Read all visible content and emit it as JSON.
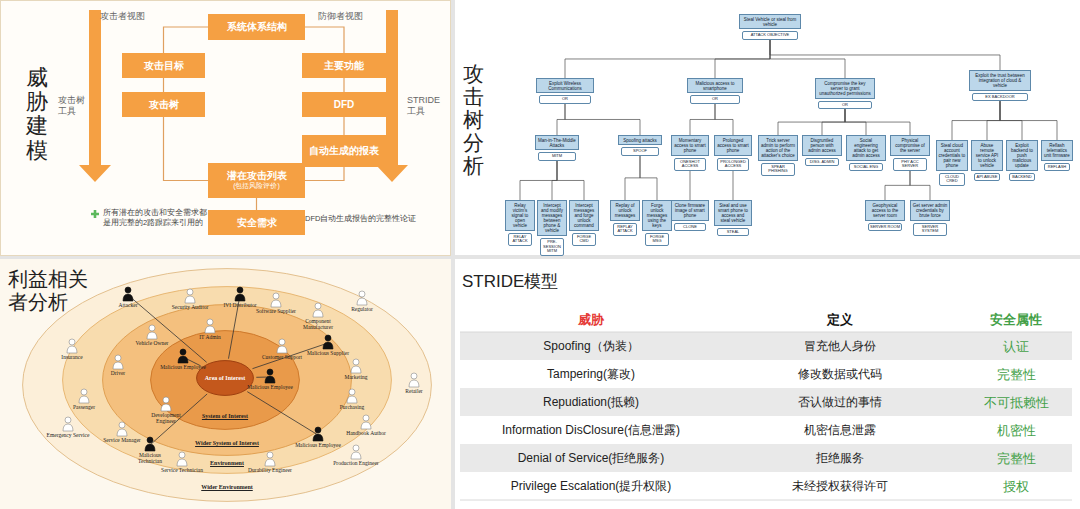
{
  "diagram": {
    "nodes": [
      {
        "text": [
          "系统体系结构"
        ]
      },
      {
        "text": [
          "攻击目标"
        ]
      },
      {
        "text": [
          "攻击树"
        ]
      },
      {
        "text": [
          "主要功能"
        ]
      },
      {
        "text": [
          "DFD"
        ]
      },
      {
        "text": [
          "自动生成的报表"
        ]
      },
      {
        "text": [
          "潜在攻击列表",
          "(包括风险评价)"
        ]
      },
      {
        "text": [
          "安全需求"
        ]
      },
      {
        "text": [
          "Steal Vehicle or steal from vehicle",
          "ATTACK OBJECTIVE"
        ]
      },
      {
        "text": [
          "Exploit Wireless Communications",
          "OR"
        ]
      },
      {
        "text": [
          "Malicious access to smartphone",
          "OR"
        ]
      },
      {
        "text": [
          "Compromise the key server to grant unauthorized permissions",
          "OR"
        ]
      },
      {
        "text": [
          "Exploit the trust between integration of cloud & vehicle",
          "EX BACKDOOR"
        ]
      },
      {
        "text": [
          "Man-in-The-Middle Attacks",
          "MITM"
        ]
      },
      {
        "text": [
          "Spoofing attacks",
          "SPOOF"
        ]
      },
      {
        "text": [
          "Momentary access to smart phone",
          "ONESHOT ACCESS"
        ]
      },
      {
        "text": [
          "Prolonged access to smart phone",
          "PROLONGED ACCESS"
        ]
      },
      {
        "text": [
          "Trick server admin to perform action of the attacker's choice",
          "SPEAR PHISHING"
        ]
      },
      {
        "text": [
          "Disgruntled person with admin access",
          "DISG. ADMIN"
        ]
      },
      {
        "text": [
          "Social engineering attack to get admin access",
          "SOCIAL ENG"
        ]
      },
      {
        "text": [
          "Physical compromise of the server",
          "PHY ACC SERVER"
        ]
      },
      {
        "text": [
          "Steal cloud account credentials to pair new phone",
          "CLOUD CRED"
        ]
      },
      {
        "text": [
          "Abuse remote service API to unlock vehicle",
          "API ABUSE"
        ]
      },
      {
        "text": [
          "Exploit backend to push malicious update",
          "BACKEND"
        ]
      },
      {
        "text": [
          "Reflash telematics unit firmware",
          "REFLASH"
        ]
      },
      {
        "text": [
          "Relay victim's signal to open vehicle",
          "RELAY ATTACK"
        ]
      },
      {
        "text": [
          "Intercept and modify messages between phone & vehicle",
          "PRE-SESSION MITM"
        ]
      },
      {
        "text": [
          "Intercept messages and forge unlock command",
          "FORGE CMD"
        ]
      },
      {
        "text": [
          "Replay of unlock messages",
          "REPLAY ATTACK"
        ]
      },
      {
        "text": [
          "Forge unlock messages using the keys",
          "FORGE MSG"
        ]
      },
      {
        "text": [
          "Clone firmware image of smart phone",
          "CLONE"
        ]
      },
      {
        "text": [
          "Steal and use smart phone to access and steal vehicle",
          "STEAL"
        ]
      },
      {
        "text": [
          "Geophysical access to the server room",
          "SERVER ROOM"
        ]
      },
      {
        "text": [
          "Get server admin credentials by brute force",
          "SERVER SYSTEM"
        ]
      },
      {
        "text": [
          "Wider Environment"
        ]
      },
      {
        "text": [
          "Environment"
        ],
        "in": 34
      },
      {
        "text": [
          "Wider System of Interest"
        ],
        "in": 35
      },
      {
        "text": [
          "System of Interest"
        ],
        "in": 36
      },
      {
        "text": [
          "Area of Interest"
        ],
        "in": 37
      }
    ],
    "edges": [
      {
        "from": 0,
        "to": 1,
        "arrow": "none"
      },
      {
        "from": 0,
        "to": 3,
        "arrow": "none"
      },
      {
        "from": 1,
        "to": 2,
        "arrow": "none"
      },
      {
        "from": 3,
        "to": 4,
        "arrow": "none"
      },
      {
        "from": 4,
        "to": 5,
        "arrow": "none"
      },
      {
        "from": 2,
        "to": 6,
        "arrow": "none"
      },
      {
        "from": 5,
        "to": 6,
        "arrow": "none"
      },
      {
        "from": 6,
        "to": 7,
        "arrow": "none"
      },
      {
        "from": 8,
        "to": 9,
        "arrow": "none"
      },
      {
        "from": 8,
        "to": 10,
        "arrow": "none"
      },
      {
        "from": 8,
        "to": 11,
        "arrow": "none"
      },
      {
        "from": 8,
        "to": 12,
        "arrow": "none"
      },
      {
        "from": 9,
        "to": 13,
        "arrow": "none"
      },
      {
        "from": 9,
        "to": 14,
        "arrow": "none"
      },
      {
        "from": 10,
        "to": 15,
        "arrow": "none"
      },
      {
        "from": 10,
        "to": 16,
        "arrow": "none"
      },
      {
        "from": 11,
        "to": 17,
        "arrow": "none"
      },
      {
        "from": 11,
        "to": 18,
        "arrow": "none"
      },
      {
        "from": 11,
        "to": 19,
        "arrow": "none"
      },
      {
        "from": 11,
        "to": 20,
        "arrow": "none"
      },
      {
        "from": 12,
        "to": 21,
        "arrow": "none"
      },
      {
        "from": 12,
        "to": 22,
        "arrow": "none"
      },
      {
        "from": 12,
        "to": 23,
        "arrow": "none"
      },
      {
        "from": 12,
        "to": 24,
        "arrow": "none"
      },
      {
        "from": 13,
        "to": 25,
        "arrow": "none"
      },
      {
        "from": 13,
        "to": 26,
        "arrow": "none"
      },
      {
        "from": 13,
        "to": 27,
        "arrow": "none"
      },
      {
        "from": 14,
        "to": 28,
        "arrow": "none"
      },
      {
        "from": 14,
        "to": 29,
        "arrow": "none"
      },
      {
        "from": 15,
        "to": 30,
        "arrow": "none"
      },
      {
        "from": 16,
        "to": 31,
        "arrow": "none"
      },
      {
        "from": 20,
        "to": 32,
        "arrow": "none"
      },
      {
        "from": 20,
        "to": 33,
        "arrow": "none"
      }
    ],
    "labels": [
      "威胁建模",
      "攻击者视图",
      "防御者视图",
      "攻击树工具",
      "STRIDE工具",
      "所有潜在的攻击和安全需求都是用完整的2路跟踪来引用的",
      "DFD自动生成报告的完整性论证",
      "攻击树分析",
      "利益相关者分析",
      "Attacker",
      "Security Auditor",
      "IVI Distributor",
      "Software Supplier",
      "Component Manufacturer",
      "Regulator",
      "Insurance",
      "Vehicle Owner",
      "IT Admin",
      "Customer Support",
      "Malicious Supplier",
      "Marketing",
      "Driver",
      "Malicious Employee",
      "Passenger",
      "Development Engineer",
      "Malicious Employee",
      "Purchasing",
      "Retailer",
      "Emergency Service",
      "Service Manager",
      "Handbook Author",
      "Malicious Technician",
      "Service Technician",
      "Durability Engineer",
      "Malicious Employee",
      "Production Engineer",
      "STRIDE模型",
      "威胁",
      "定义",
      "安全属性",
      "Spoofing（伪装）",
      "冒充他人身份",
      "认证",
      "Tampering(篡改)",
      "修改数据或代码",
      "完整性",
      "Repudiation(抵赖)",
      "否认做过的事情",
      "不可抵赖性",
      "Information DisClosure(信息泄露)",
      "机密信息泄露",
      "机密性",
      "Denial of Service(拒绝服务)",
      "拒绝服务",
      "完整性",
      "Privilege Escalation(提升权限)",
      "未经授权获得许可",
      "授权"
    ]
  }
}
